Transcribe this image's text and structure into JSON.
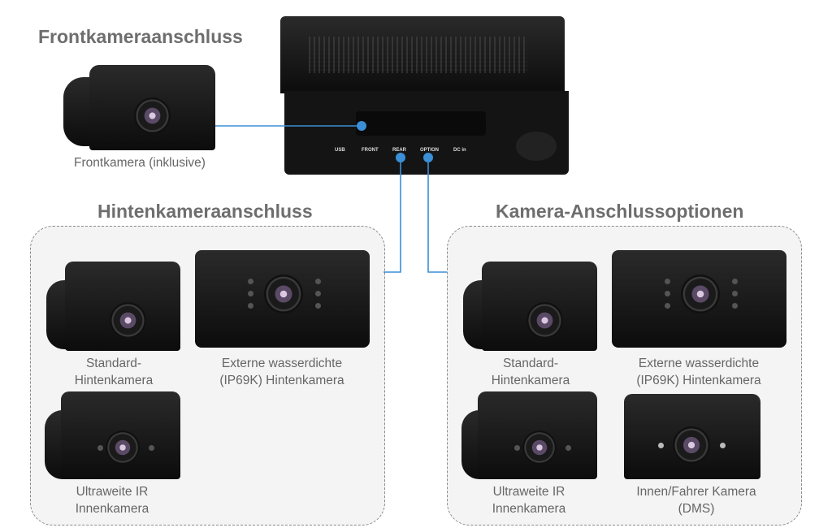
{
  "headings": {
    "front": "Frontkameraanschluss",
    "rear": "Hintenkameraanschluss",
    "options": "Kamera-Anschlussoptionen"
  },
  "device": {
    "ports": [
      "USB",
      "FRONT",
      "REAR",
      "OPTION",
      "DC in"
    ]
  },
  "front_camera": {
    "caption": "Frontkamera (inklusive)"
  },
  "rear_group": {
    "items": [
      {
        "line1": "Standard-",
        "line2": "Hintenkamera"
      },
      {
        "line1": "Externe wasserdichte",
        "line2": "(IP69K) Hintenkamera"
      },
      {
        "line1": "Ultraweite IR",
        "line2": "Innenkamera"
      }
    ]
  },
  "option_group": {
    "items": [
      {
        "line1": "Standard-",
        "line2": "Hintenkamera"
      },
      {
        "line1": "Externe wasserdichte",
        "line2": "(IP69K) Hintenkamera"
      },
      {
        "line1": "Ultraweite IR",
        "line2": "Innenkamera"
      },
      {
        "line1": "Innen/Fahrer Kamera",
        "line2": "(DMS)"
      }
    ]
  },
  "colors": {
    "connector": "#3a8fd6",
    "heading": "#6e6e6e"
  }
}
